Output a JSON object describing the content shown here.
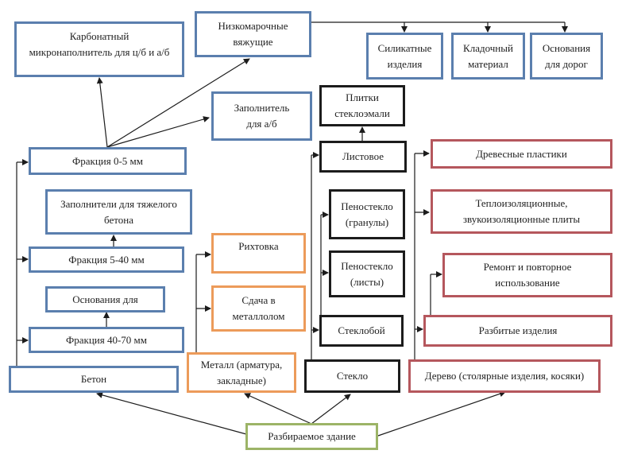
{
  "diagram": {
    "colors": {
      "concrete": "#5b7fae",
      "metal": "#ec9b5a",
      "glass": "#1c1c1c",
      "wood": "#b5575d",
      "root": "#9cb467",
      "connector": "#1c1c1c"
    },
    "nodes": {
      "root": "Разбираемое здание",
      "beton": "Бетон",
      "metall": "Металл (арматура, закладные)",
      "steklo": "Стекло",
      "derevo": "Дерево (столярные изделия, косяки)",
      "frac_0_5": "Фракция 0-5 мм",
      "frac_5_40": "Фракция 5-40 мм",
      "frac_40_70": "Фракция 40-70 мм",
      "karbonat": "Карбонатный микронаполнитель для ц/б и а/б",
      "nizkomar": "Низкомарочные вяжущие",
      "zapolnitel_ab": "Заполнитель для а/б",
      "silikat": "Силикатные изделия",
      "kladoch": "Кладочный материал",
      "osn_dorog": "Основания для дорог",
      "zapoln_tyazh": "Заполнители для тяжелого бетона",
      "osnovaniya_dlya": "Основания для",
      "rihtovka": "Рихтовка",
      "sdacha": "Сдача в металлолом",
      "plitki": "Плитки стеклоэмали",
      "listovoe": "Листовое",
      "penosteklo_gran": "Пеностекло (гранулы)",
      "penosteklo_list": "Пеностекло (листы)",
      "steklobot": "Стеклобой",
      "drev_plastiki": "Древесные пластики",
      "teplo": "Теплоизоляционные, звукоизоляционные плиты",
      "remont": "Ремонт и повторное использование",
      "razbitye": "Разбитые изделия"
    },
    "lines": {
      "karbonat": [
        "Карбонатный",
        "микронаполнитель для ц/б и а/б"
      ],
      "nizkomar": [
        "Низкомарочные",
        "вяжущие"
      ],
      "zapolnitel_ab": [
        "Заполнитель",
        "для а/б"
      ],
      "silikat": [
        "Силикатные",
        "изделия"
      ],
      "kladoch": [
        "Кладочный",
        "материал"
      ],
      "osn_dorog": [
        "Основания",
        "для дорог"
      ],
      "zapoln_tyazh": [
        "Заполнители для тяжелого",
        "бетона"
      ],
      "sdacha": [
        "Сдача в",
        "металлолом"
      ],
      "metall": [
        "Металл (арматура,",
        "закладные)"
      ],
      "plitki": [
        "Плитки",
        "стеклоэмали"
      ],
      "penosteklo_gran": [
        "Пеностекло",
        "(гранулы)"
      ],
      "penosteklo_list": [
        "Пеностекло",
        "(листы)"
      ],
      "teplo": [
        "Теплоизоляционные,",
        "звукоизоляционные плиты"
      ],
      "remont": [
        "Ремонт и повторное",
        "использование"
      ]
    }
  }
}
